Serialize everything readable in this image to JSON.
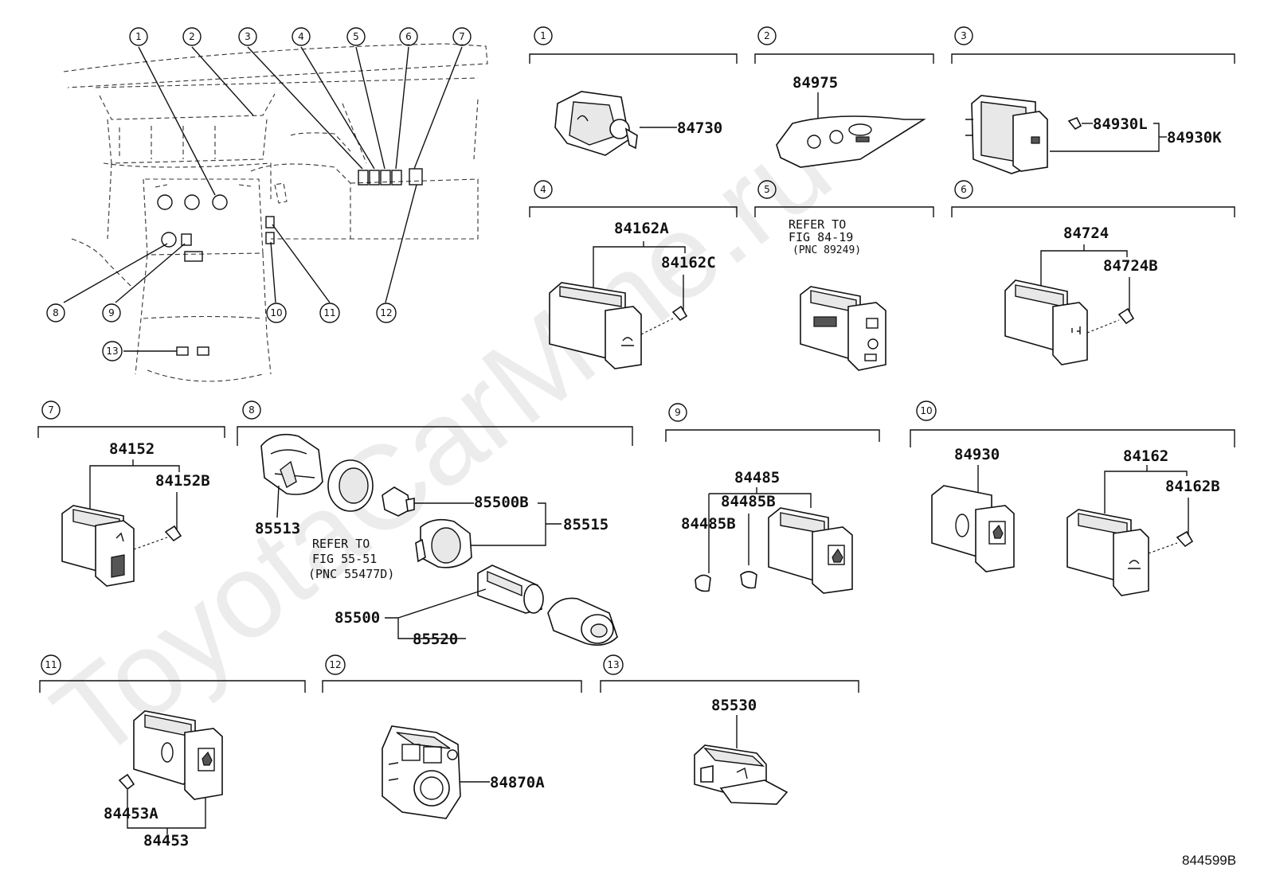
{
  "watermark": "ToyotaCarMine.ru",
  "diagram_code": "844599B",
  "overview_callouts": [
    "1",
    "2",
    "3",
    "4",
    "5",
    "6",
    "7",
    "8",
    "9",
    "10",
    "11",
    "12",
    "13"
  ],
  "groups": [
    {
      "num": "1",
      "parts": [
        "84730"
      ]
    },
    {
      "num": "2",
      "parts": [
        "84975"
      ]
    },
    {
      "num": "3",
      "parts": [
        "84930L",
        "84930K"
      ]
    },
    {
      "num": "4",
      "parts": [
        "84162A",
        "84162C"
      ]
    },
    {
      "num": "5",
      "refer": [
        "REFER TO",
        "FIG 84-19",
        "(PNC 89249)"
      ]
    },
    {
      "num": "6",
      "parts": [
        "84724",
        "84724B"
      ]
    },
    {
      "num": "7",
      "parts": [
        "84152",
        "84152B"
      ]
    },
    {
      "num": "8",
      "parts": [
        "85513",
        "85500B",
        "85515",
        "85500",
        "85520"
      ],
      "refer": [
        "REFER TO",
        "FIG 55-51",
        "(PNC 55477D)"
      ]
    },
    {
      "num": "9",
      "parts": [
        "84485",
        "84485B",
        "84485B"
      ]
    },
    {
      "num": "10",
      "parts": [
        "84930",
        "84162",
        "84162B"
      ]
    },
    {
      "num": "11",
      "parts": [
        "84453A",
        "84453"
      ]
    },
    {
      "num": "12",
      "parts": [
        "84870A"
      ]
    },
    {
      "num": "13",
      "parts": [
        "85530"
      ]
    }
  ]
}
